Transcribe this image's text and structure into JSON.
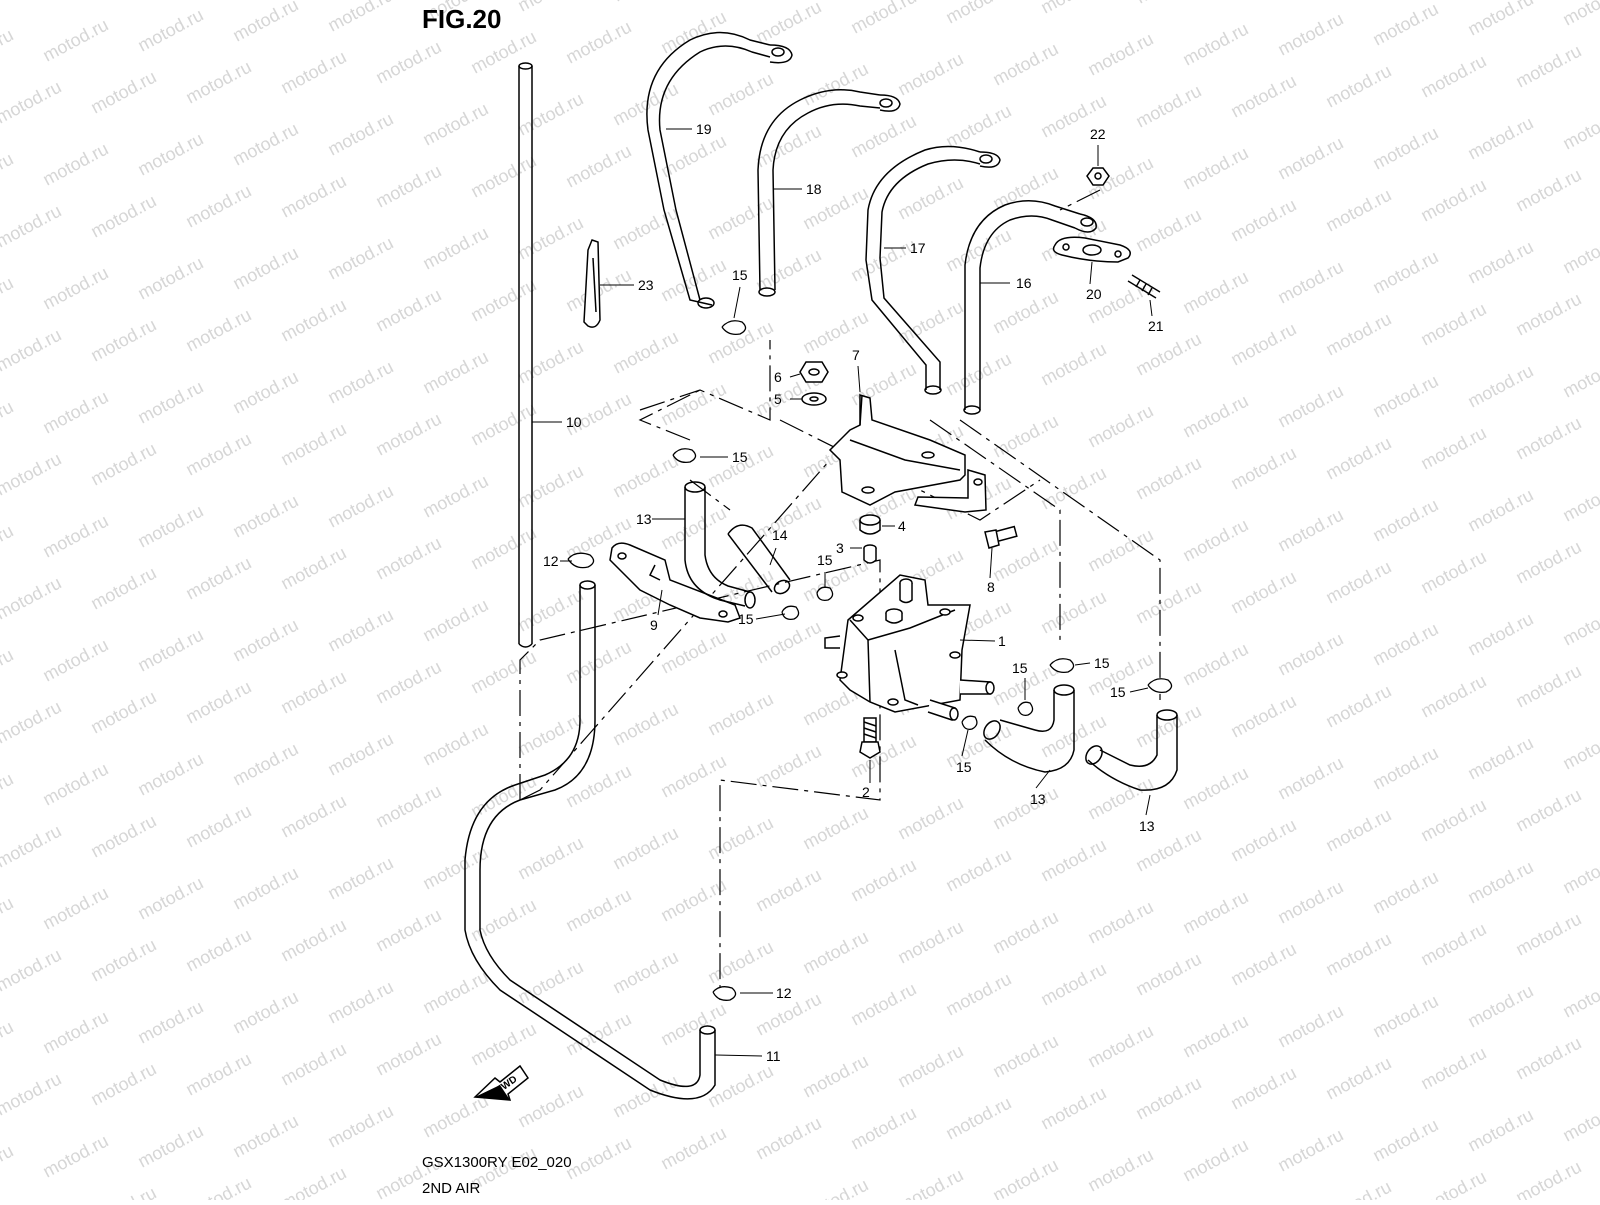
{
  "figure": {
    "title": "FIG.20",
    "model_code": "GSX1300RY E02_020",
    "section_name": "2ND AIR",
    "watermark": "motod.ru",
    "fwd_label": "FWD"
  },
  "callouts": [
    {
      "id": "c1",
      "label": "1"
    },
    {
      "id": "c2",
      "label": "2"
    },
    {
      "id": "c3",
      "label": "3"
    },
    {
      "id": "c4",
      "label": "4"
    },
    {
      "id": "c5",
      "label": "5"
    },
    {
      "id": "c6",
      "label": "6"
    },
    {
      "id": "c7",
      "label": "7"
    },
    {
      "id": "c8",
      "label": "8"
    },
    {
      "id": "c9",
      "label": "9"
    },
    {
      "id": "c10",
      "label": "10"
    },
    {
      "id": "c11",
      "label": "11"
    },
    {
      "id": "c12a",
      "label": "12"
    },
    {
      "id": "c12b",
      "label": "12"
    },
    {
      "id": "c13a",
      "label": "13"
    },
    {
      "id": "c13b",
      "label": "13"
    },
    {
      "id": "c13c",
      "label": "13"
    },
    {
      "id": "c14",
      "label": "14"
    },
    {
      "id": "c15a",
      "label": "15"
    },
    {
      "id": "c15b",
      "label": "15"
    },
    {
      "id": "c15c",
      "label": "15"
    },
    {
      "id": "c15d",
      "label": "15"
    },
    {
      "id": "c15e",
      "label": "15"
    },
    {
      "id": "c15f",
      "label": "15"
    },
    {
      "id": "c15g",
      "label": "15"
    },
    {
      "id": "c15h",
      "label": "15"
    },
    {
      "id": "c15i",
      "label": "15"
    },
    {
      "id": "c16",
      "label": "16"
    },
    {
      "id": "c17",
      "label": "17"
    },
    {
      "id": "c18",
      "label": "18"
    },
    {
      "id": "c19",
      "label": "19"
    },
    {
      "id": "c20",
      "label": "20"
    },
    {
      "id": "c21",
      "label": "21"
    },
    {
      "id": "c22",
      "label": "22"
    },
    {
      "id": "c23",
      "label": "23"
    }
  ]
}
